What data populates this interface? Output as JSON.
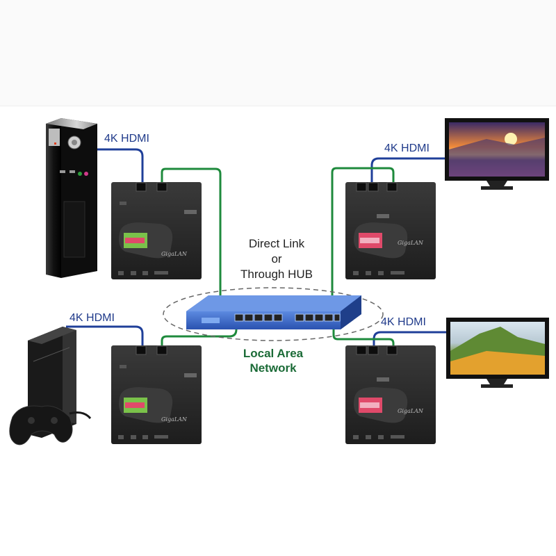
{
  "labels": {
    "hdmi_pc": "4K HDMI",
    "hdmi_console": "4K HDMI",
    "hdmi_monitor_top": "4K HDMI",
    "hdmi_monitor_bottom": "4K HDMI"
  },
  "center": {
    "line1": "Direct Link",
    "line2": "or",
    "line3": "Through HUB"
  },
  "lan": {
    "line1": "Local Area",
    "line2": "Network"
  },
  "extender": {
    "brand": "GigaLAN"
  },
  "colors": {
    "hdmi_cable": "#1f3f99",
    "lan_cable": "#1e8a3c",
    "switch": "#3a67c9",
    "extender": "#2b2b2b"
  }
}
